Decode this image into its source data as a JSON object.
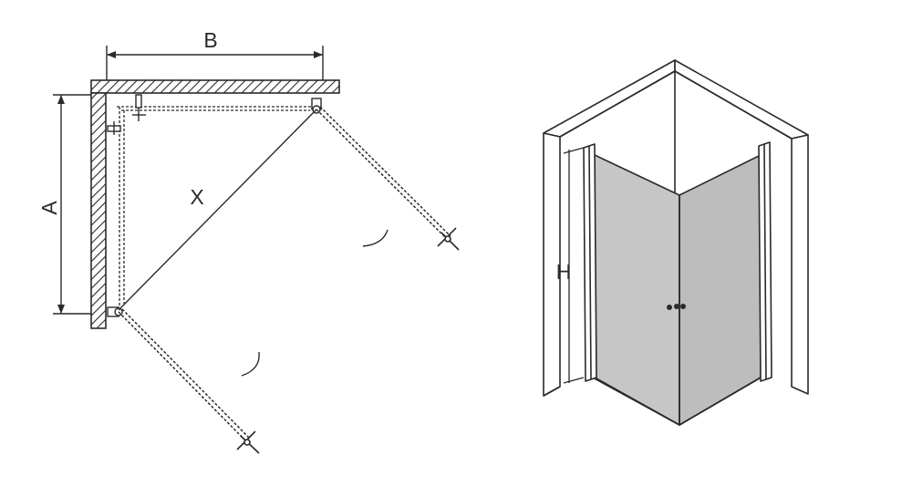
{
  "plan_view": {
    "width_label": "B",
    "depth_label": "A",
    "diagonal_label": "X"
  },
  "perspective_view": {
    "height_label": "H"
  },
  "colors": {
    "line": "#2a2a2a",
    "glass": "#c6c6c6",
    "glass_dark": "#b6b6b6",
    "floor": "#cfcfcf",
    "wall": "#ffffff"
  }
}
